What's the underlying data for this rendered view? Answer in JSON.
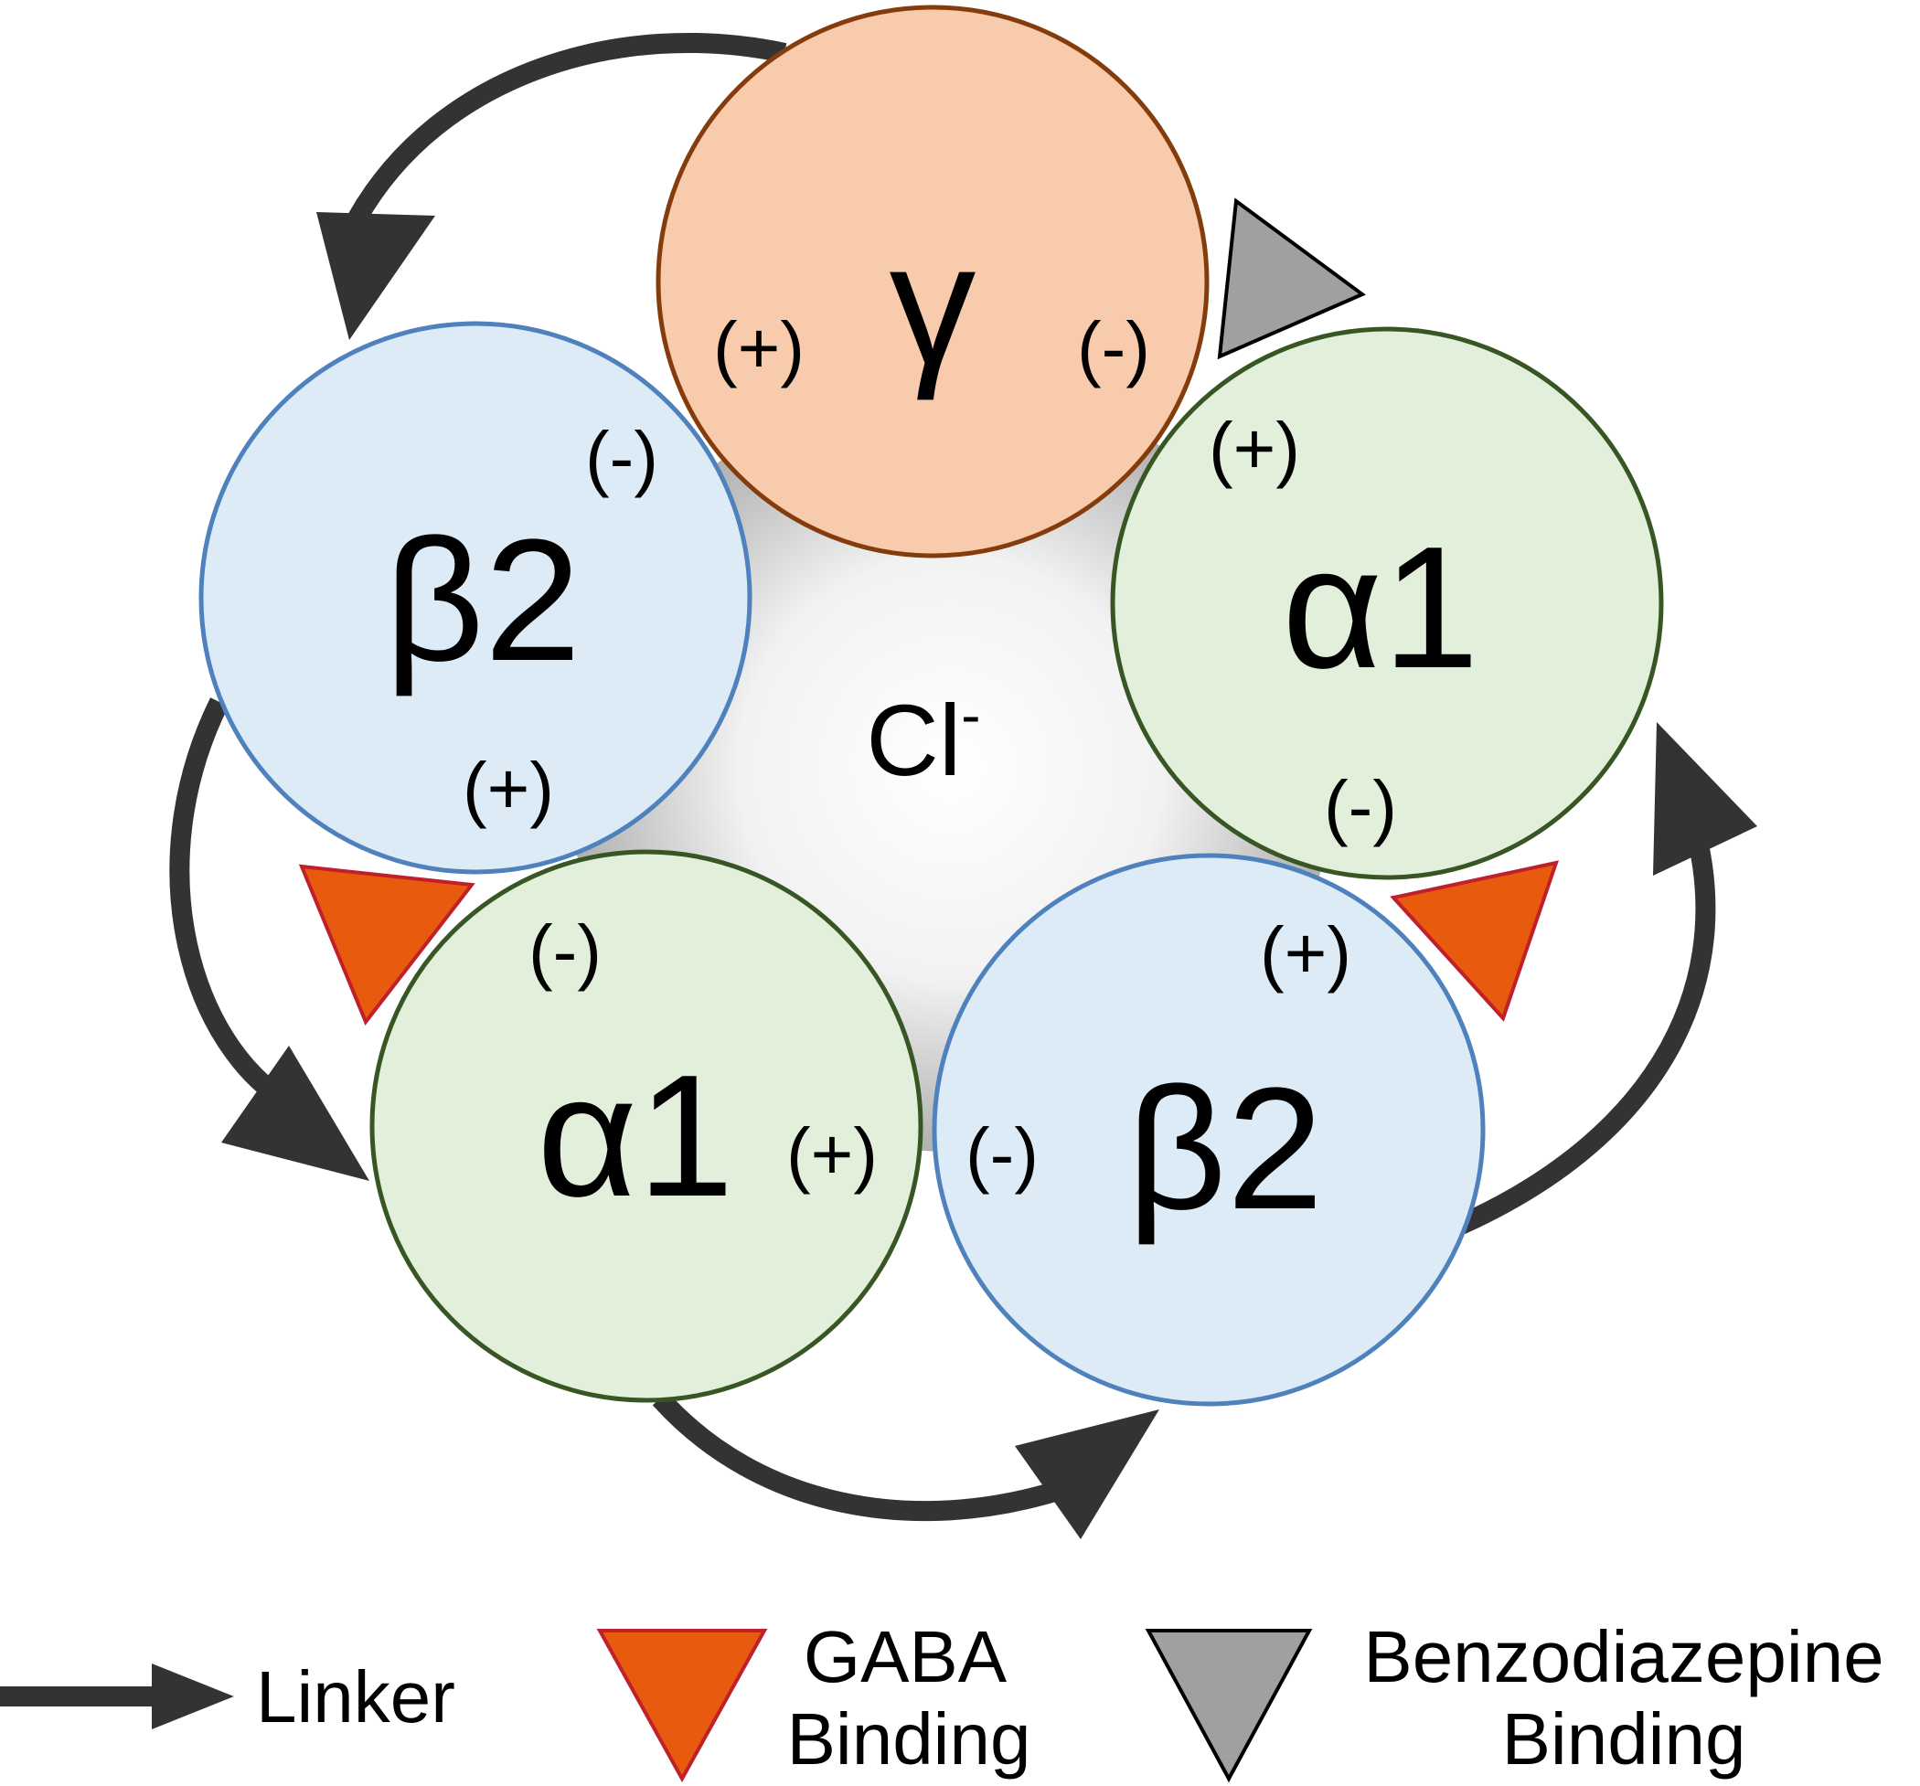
{
  "subunits": [
    {
      "id": "gamma",
      "label": "γ",
      "fill": "#f8cbad",
      "stroke": "#843c0c",
      "plus_label": "(+)",
      "minus_label": "(-)"
    },
    {
      "id": "alpha1-right",
      "label": "α1",
      "fill": "#e2efda",
      "stroke": "#375623",
      "plus_label": "(+)",
      "minus_label": "(-)"
    },
    {
      "id": "beta2-right",
      "label": "β2",
      "fill": "#ddebf7",
      "stroke": "#4f81bd",
      "plus_label": "(+)",
      "minus_label": "(-)"
    },
    {
      "id": "alpha1-left",
      "label": "α1",
      "fill": "#e2efda",
      "stroke": "#375623",
      "plus_label": "(+)",
      "minus_label": "(-)"
    },
    {
      "id": "beta2-left",
      "label": "β2",
      "fill": "#ddebf7",
      "stroke": "#4f81bd",
      "plus_label": "(+)",
      "minus_label": "(-)"
    }
  ],
  "pore": {
    "ion_symbol": "Cl",
    "ion_charge": "-"
  },
  "binding_sites": [
    {
      "type": "gaba",
      "between": [
        "beta2-left",
        "alpha1-left"
      ]
    },
    {
      "type": "gaba",
      "between": [
        "alpha1-right",
        "beta2-right"
      ]
    },
    {
      "type": "benzodiazepine",
      "between": [
        "gamma",
        "alpha1-right"
      ]
    }
  ],
  "legend": {
    "linker_label": "Linker",
    "gaba_label_line1": "GABA",
    "gaba_label_line2": "Binding",
    "benzo_label_line1": "Benzodiazepine",
    "benzo_label_line2": "Binding"
  },
  "colors": {
    "linker_arrow": "#333333",
    "gaba_fill": "#e85a0e",
    "gaba_stroke": "#c0202a",
    "benzo_fill": "#a0a0a0",
    "benzo_stroke": "#000000"
  }
}
